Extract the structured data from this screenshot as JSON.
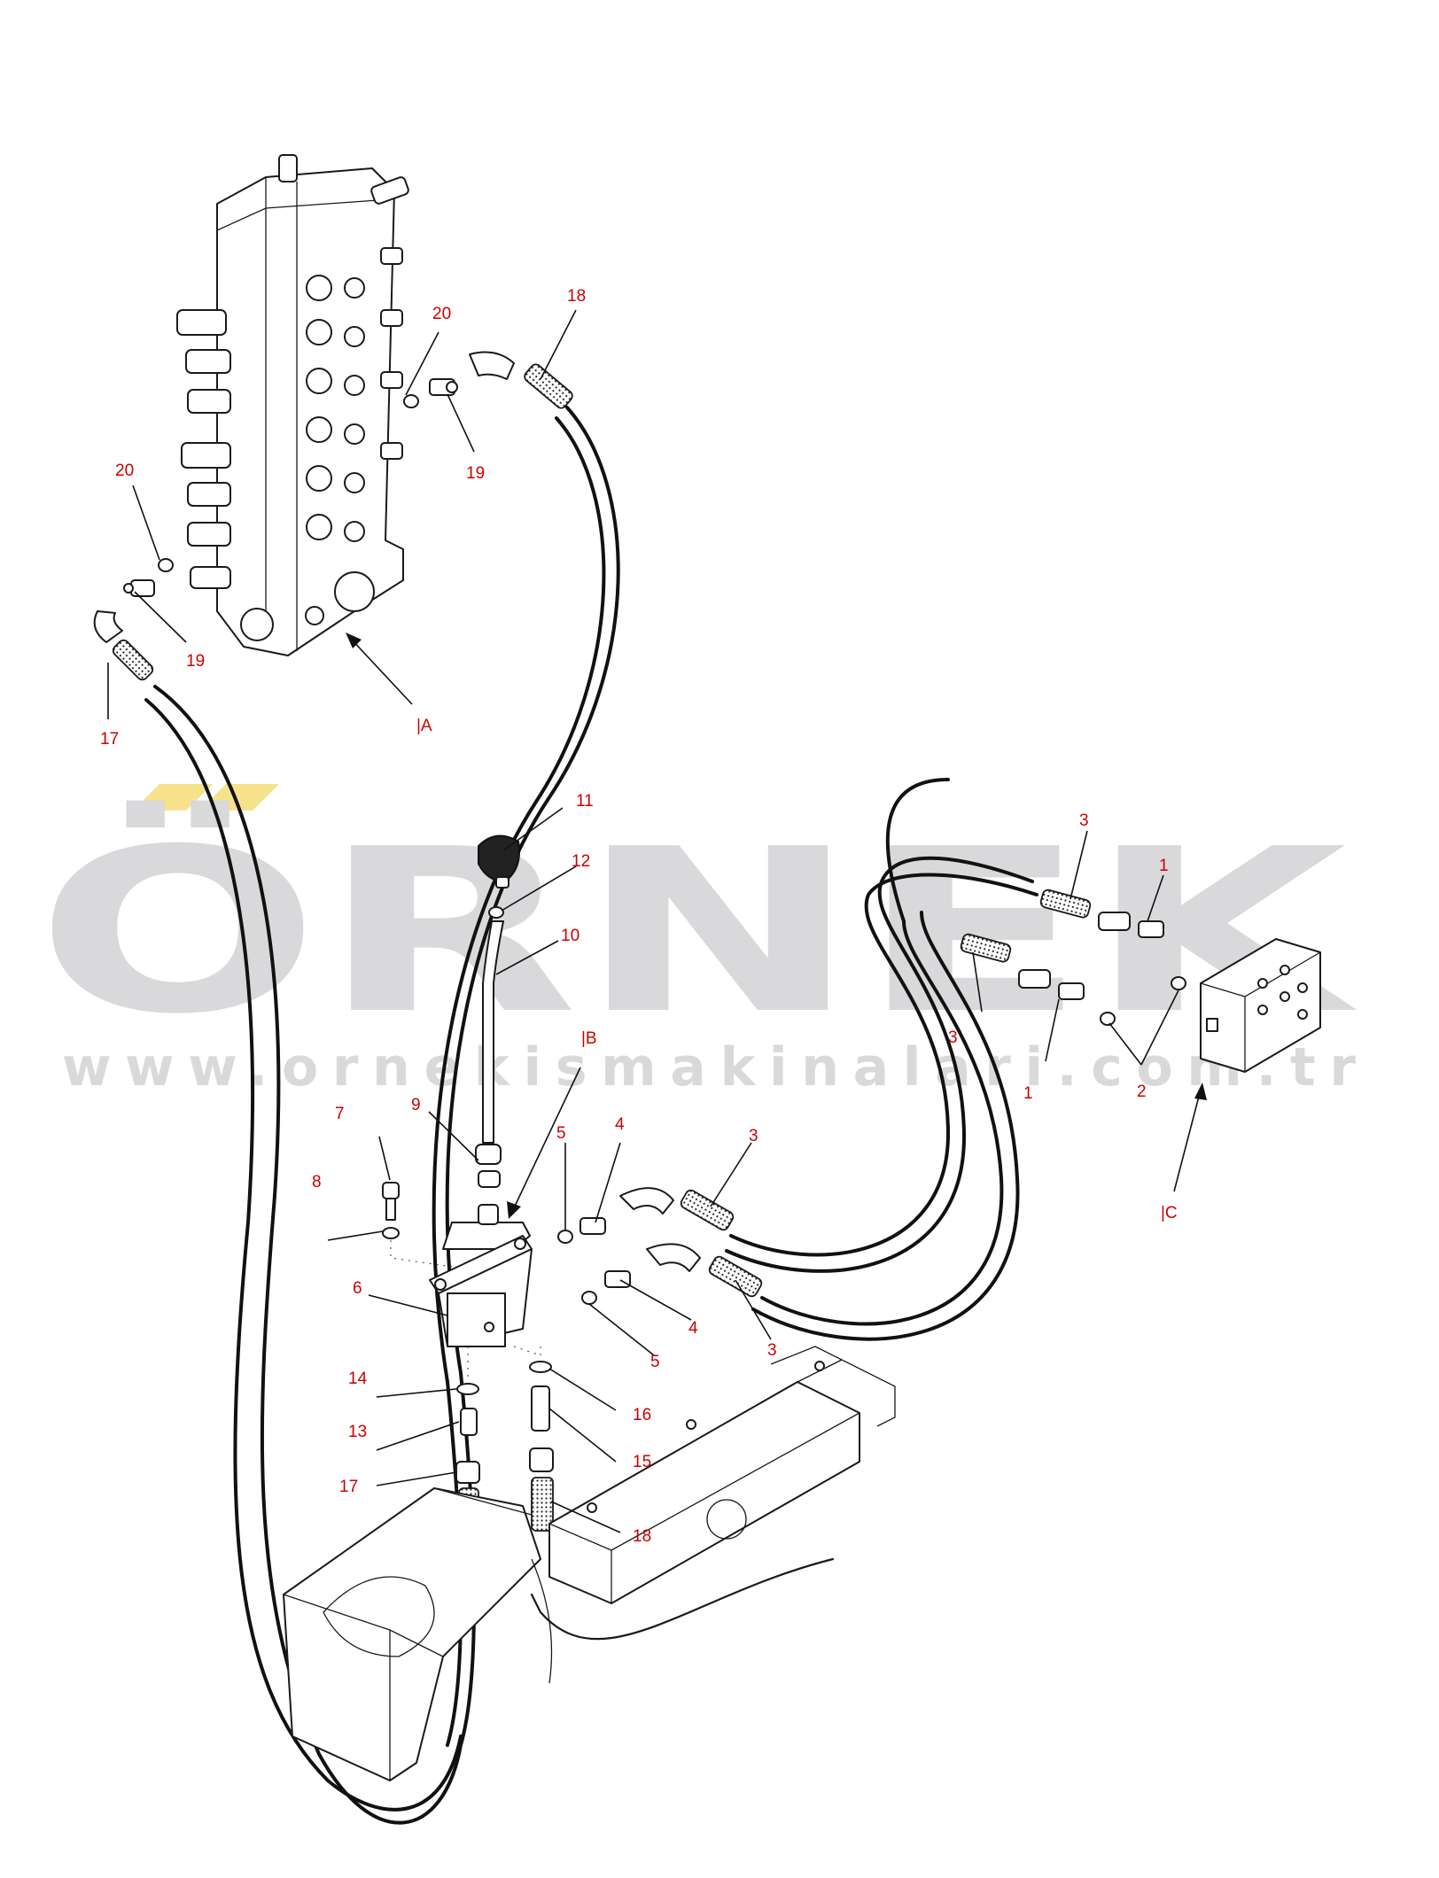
{
  "watermark": {
    "brand": "ÖRNEK",
    "website": "www.ornekismakinalari.com.tr",
    "brand_color": "#d9d9dc",
    "accent_color": "#f7e28c"
  },
  "callout_color": "#cc0000",
  "views": [
    {
      "id": "A",
      "label": "|A"
    },
    {
      "id": "B",
      "label": "|B"
    },
    {
      "id": "C",
      "label": "|C"
    }
  ],
  "callouts": [
    "20",
    "18",
    "19",
    "20",
    "19",
    "17",
    "11",
    "12",
    "10",
    "3",
    "1",
    "3",
    "1",
    "2",
    "7",
    "9",
    "5",
    "4",
    "3",
    "8",
    "6",
    "4",
    "5",
    "3",
    "14",
    "16",
    "13",
    "15",
    "17",
    "18"
  ]
}
